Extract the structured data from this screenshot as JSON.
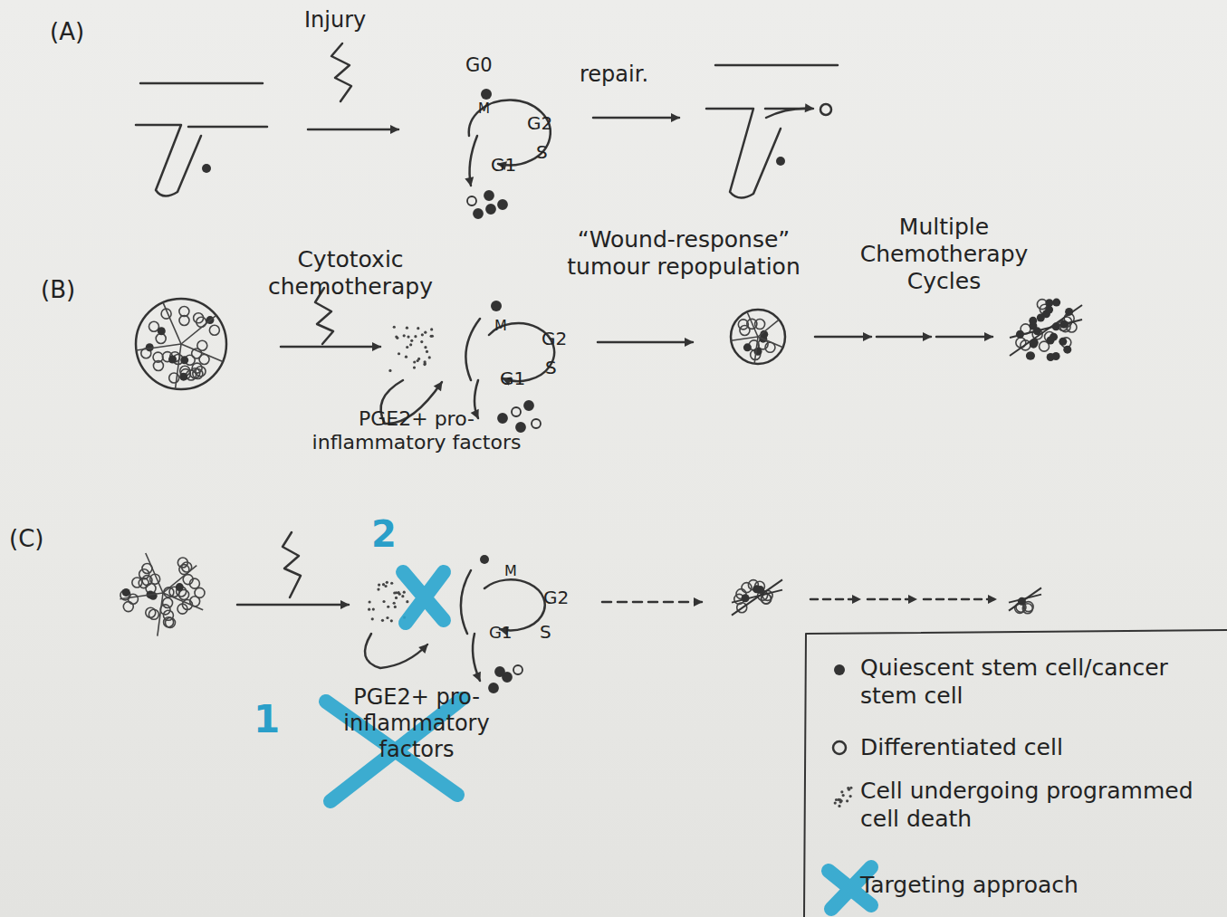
{
  "diagram": {
    "labels": [
      "(A)",
      "Injury",
      "G0",
      "M",
      "G2",
      "S",
      "G1",
      "repair.",
      "(B)",
      "Cytotoxic chemotherapy",
      "M",
      "G2",
      "S",
      "G1",
      "“Wound-response” tumour repopulation",
      "Multiple Chemotherapy Cycles",
      "PGE2+ pro-inflammatory factors",
      "(C)",
      "2",
      "M",
      "G2",
      "S",
      "G1",
      "1",
      "PGE2+ pro-inflammatory factors"
    ],
    "legend": [
      {
        "text": "Quiescent stem cell/cancer stem cell"
      },
      {
        "text": "Differentiated cell"
      },
      {
        "text": "Cell undergoing programmed cell death"
      },
      {
        "text": "Targeting approach"
      }
    ]
  }
}
